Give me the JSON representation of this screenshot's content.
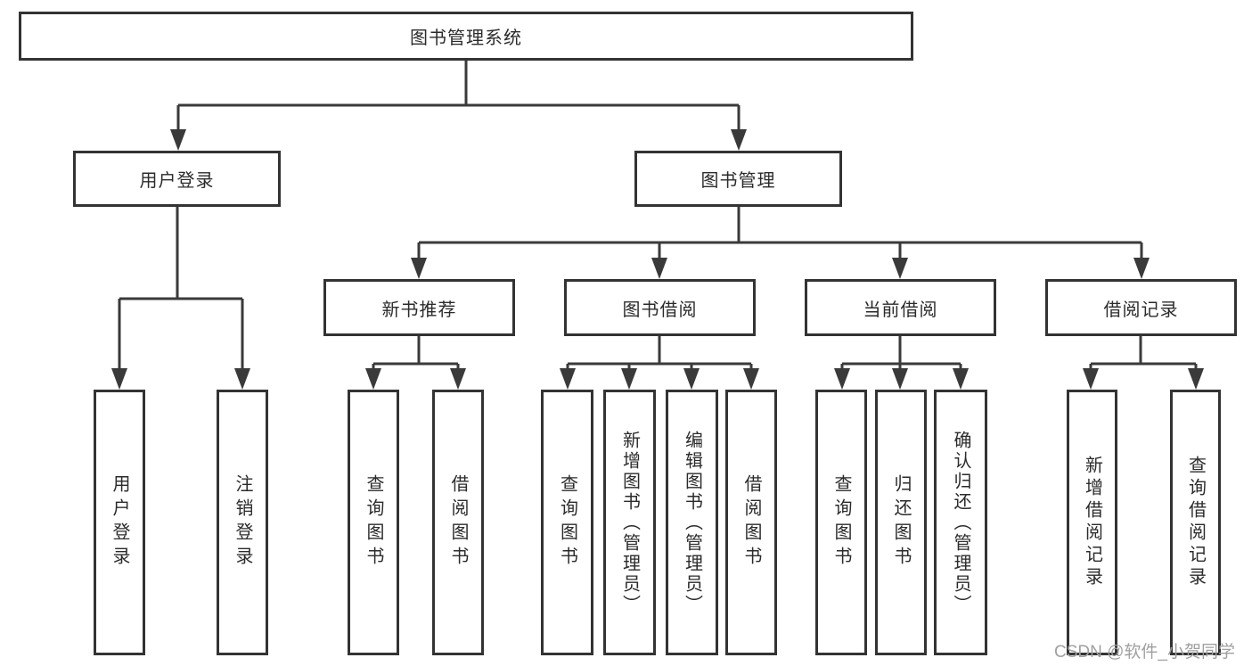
{
  "colors": {
    "line": "#3a3a3a",
    "box_border": "#333333",
    "box_fill": "#ffffff",
    "text": "#2b2b2b",
    "watermark": "#a0a0a0",
    "background": "#ffffff"
  },
  "diagram": {
    "root": {
      "label": "图书管理系统"
    },
    "level1": [
      {
        "id": "user-login",
        "label": "用户登录"
      },
      {
        "id": "book-management",
        "label": "图书管理"
      }
    ],
    "level2": [
      {
        "id": "new-book-recommend",
        "parent": "book-management",
        "label": "新书推荐"
      },
      {
        "id": "book-borrow",
        "parent": "book-management",
        "label": "图书借阅"
      },
      {
        "id": "current-borrow",
        "parent": "book-management",
        "label": "当前借阅"
      },
      {
        "id": "borrow-records",
        "parent": "book-management",
        "label": "借阅记录"
      }
    ],
    "leaves": [
      {
        "parent": "user-login",
        "label": "用户登录"
      },
      {
        "parent": "user-login",
        "label": "注销登录"
      },
      {
        "parent": "new-book-recommend",
        "label": "查询图书"
      },
      {
        "parent": "new-book-recommend",
        "label": "借阅图书"
      },
      {
        "parent": "book-borrow",
        "label": "查询图书"
      },
      {
        "parent": "book-borrow",
        "label": "新增图书（管理员）"
      },
      {
        "parent": "book-borrow",
        "label": "编辑图书（管理员）"
      },
      {
        "parent": "book-borrow",
        "label": "借阅图书"
      },
      {
        "parent": "current-borrow",
        "label": "查询图书"
      },
      {
        "parent": "current-borrow",
        "label": "归还图书"
      },
      {
        "parent": "current-borrow",
        "label": "确认归还（管理员）"
      },
      {
        "parent": "borrow-records",
        "label": "新增借阅记录"
      },
      {
        "parent": "borrow-records",
        "label": "查询借阅记录"
      }
    ]
  },
  "watermark": {
    "text": "CSDN @软件_小贺同学"
  }
}
